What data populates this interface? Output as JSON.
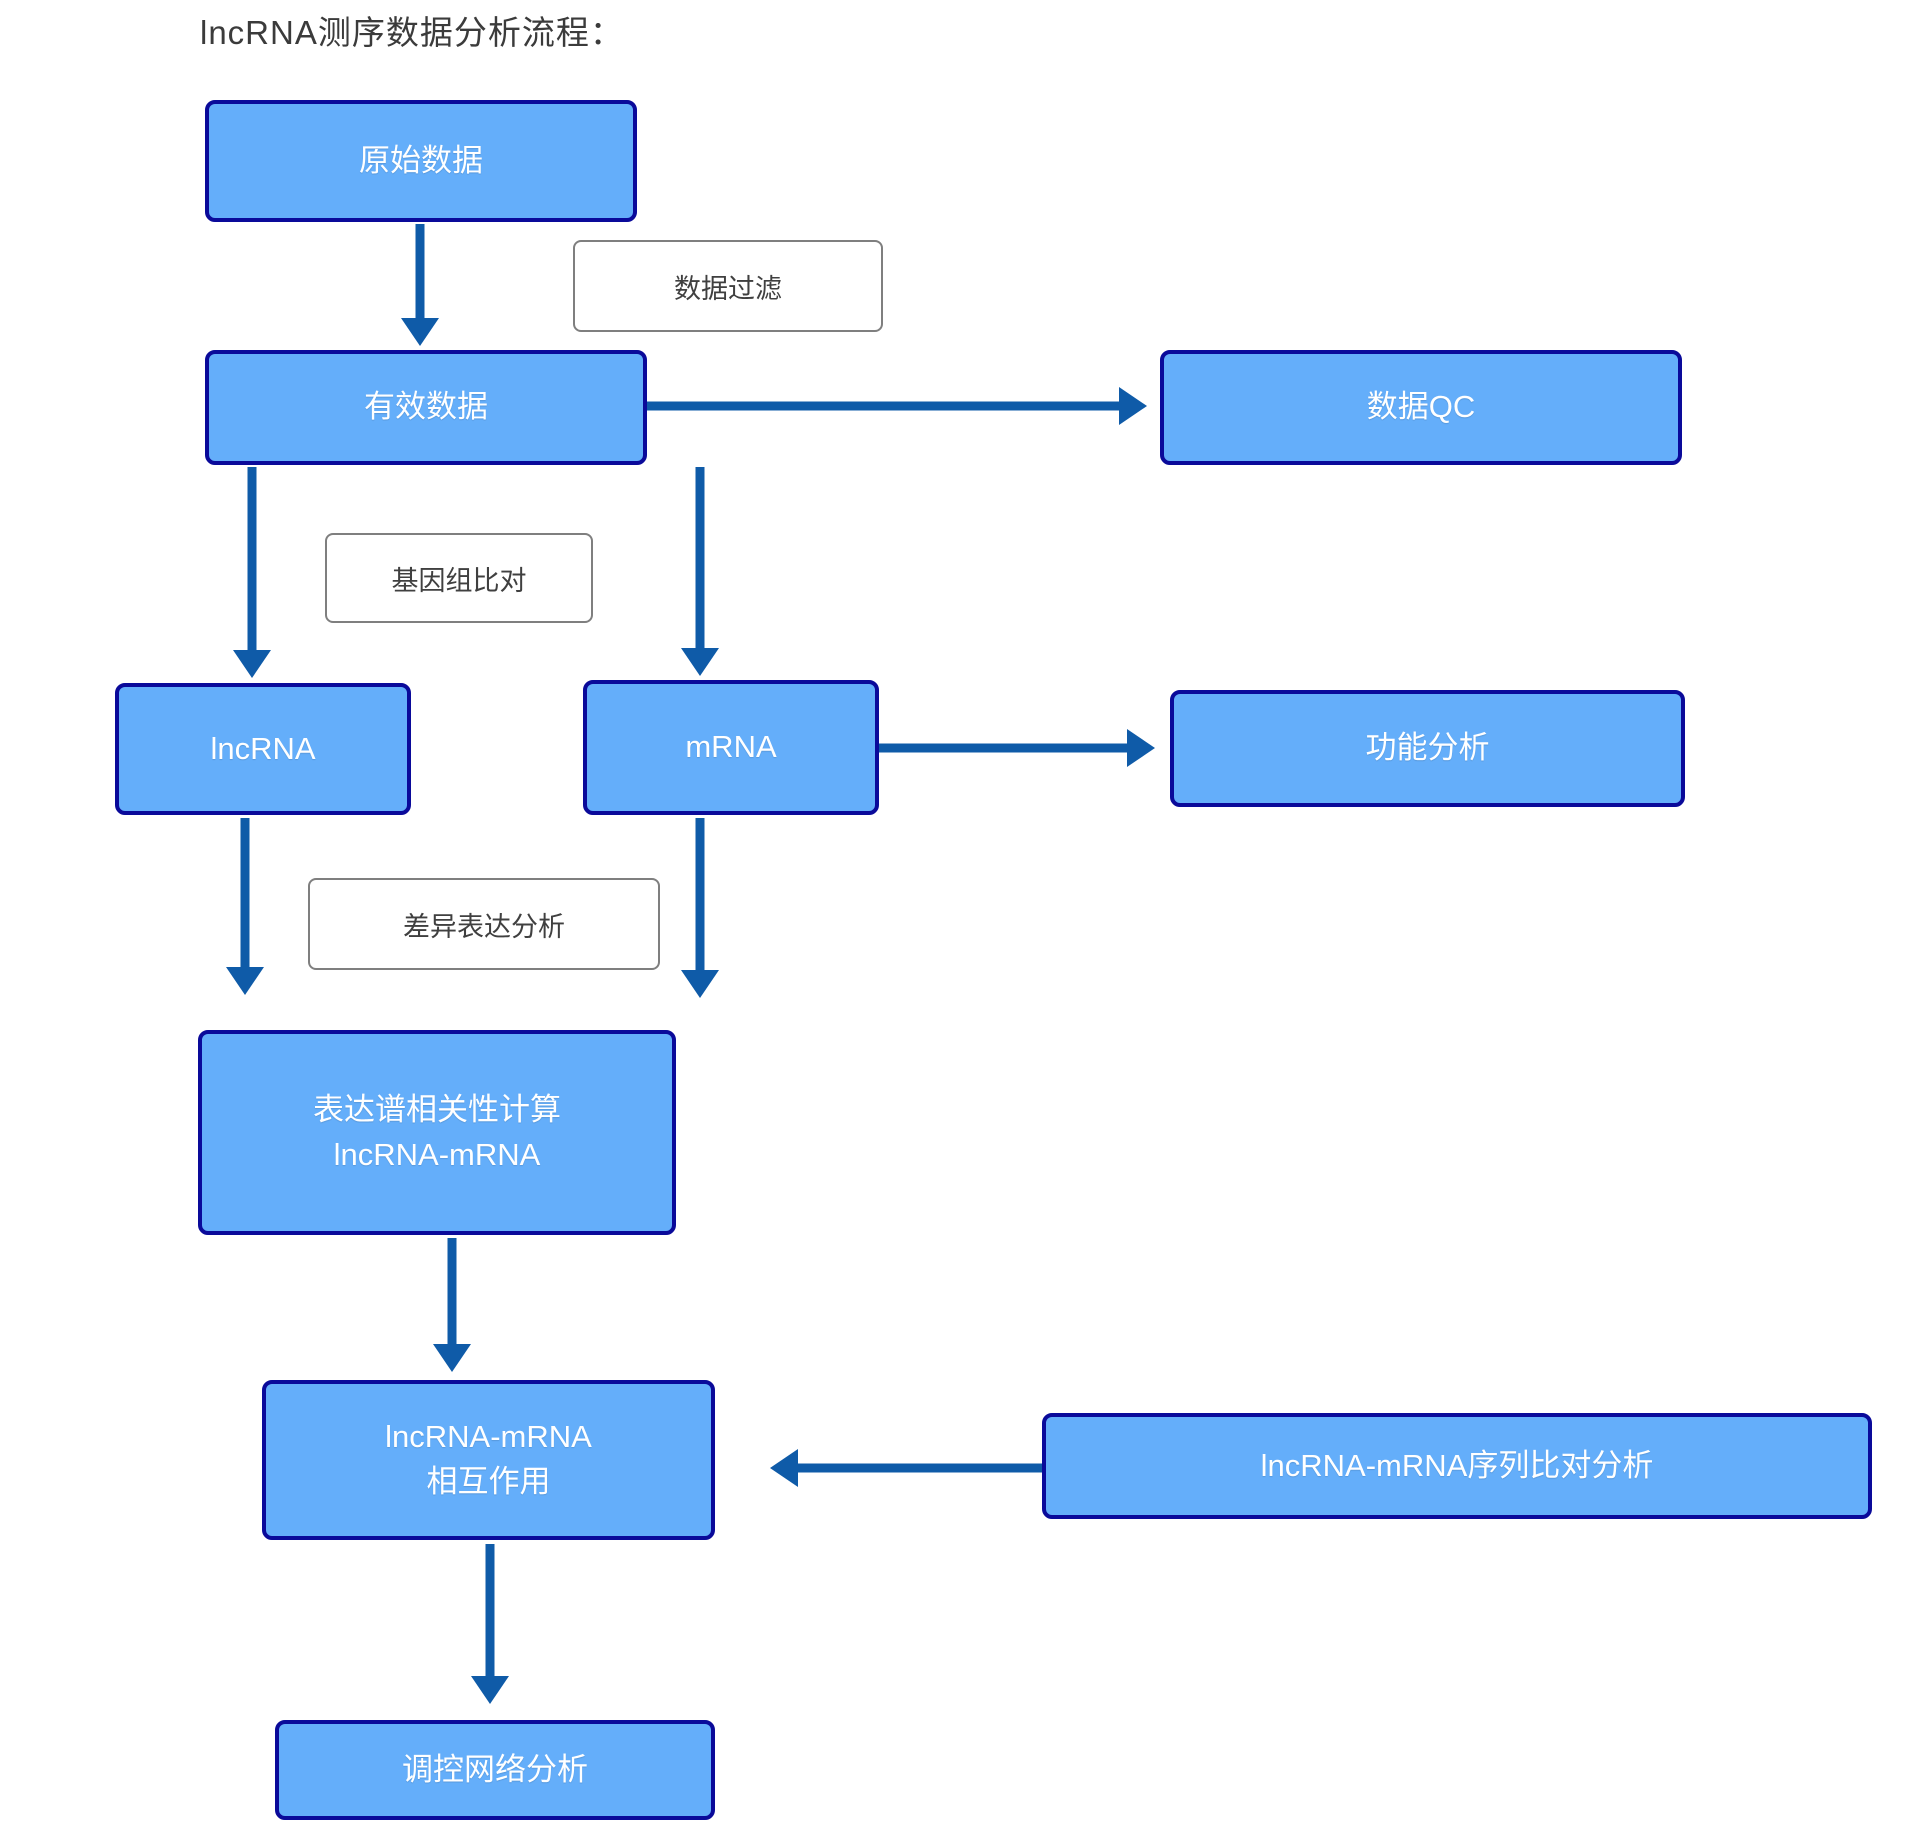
{
  "title": "lncRNA测序数据分析流程：",
  "colors": {
    "node_fill": "#64aefa",
    "node_border": "#0a0a9a",
    "node_text": "#ffffff",
    "arrow": "#0f5ba8",
    "step_border": "#7f7f7f",
    "step_text": "#404040",
    "title_text": "#3b3b3b",
    "background": "#ffffff"
  },
  "nodes": {
    "raw": {
      "label": "原始数据"
    },
    "filter": {
      "label": "数据过滤"
    },
    "valid": {
      "label": "有效数据"
    },
    "qc": {
      "label": "数据QC"
    },
    "align": {
      "label": "基因组比对"
    },
    "lncrna": {
      "label": "lncRNA"
    },
    "mrna": {
      "label": "mRNA"
    },
    "func": {
      "label": "功能分析"
    },
    "diff": {
      "label": "差异表达分析"
    },
    "corr": {
      "line1": "表达谱相关性计算",
      "line2": "lncRNA-mRNA"
    },
    "inter": {
      "line1": "lncRNA-mRNA",
      "line2": "相互作用"
    },
    "seq": {
      "label": "lncRNA-mRNA序列比对分析"
    },
    "network": {
      "label": "调控网络分析"
    }
  },
  "edges": [
    {
      "from": "raw",
      "to": "valid",
      "via": "数据过滤"
    },
    {
      "from": "valid",
      "to": "qc"
    },
    {
      "from": "valid",
      "to": "lncrna",
      "via": "基因组比对"
    },
    {
      "from": "valid",
      "to": "mrna",
      "via": "基因组比对"
    },
    {
      "from": "mrna",
      "to": "func"
    },
    {
      "from": "lncrna",
      "to": "corr",
      "via": "差异表达分析"
    },
    {
      "from": "mrna",
      "to": "corr",
      "via": "差异表达分析"
    },
    {
      "from": "corr",
      "to": "inter"
    },
    {
      "from": "seq",
      "to": "inter"
    },
    {
      "from": "inter",
      "to": "network"
    }
  ]
}
